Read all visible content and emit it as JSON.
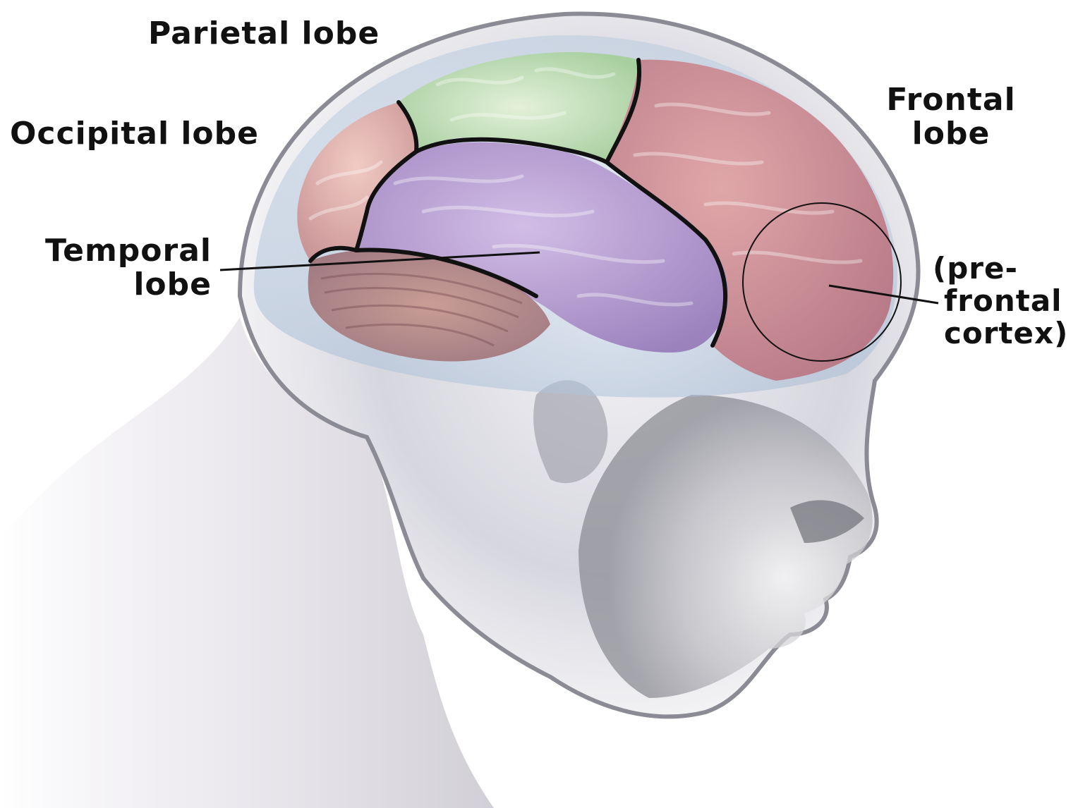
{
  "labels": {
    "parietal": "Parietal lobe",
    "occipital": "Occipital lobe",
    "temporal": [
      "Temporal",
      "lobe"
    ],
    "frontal": [
      "Frontal",
      "lobe"
    ],
    "prefrontal": [
      "(pre-",
      "frontal",
      "cortex)"
    ]
  },
  "colors": {
    "parietal_lobe": "#cfe6c4",
    "occipital_lobe": "#e7b4b2",
    "temporal_lobe": "#bfa4d6",
    "frontal_lobe": "#cf8f93",
    "cerebellum": "#b98a86",
    "outline": "#111111",
    "head": "#d8d8de"
  }
}
